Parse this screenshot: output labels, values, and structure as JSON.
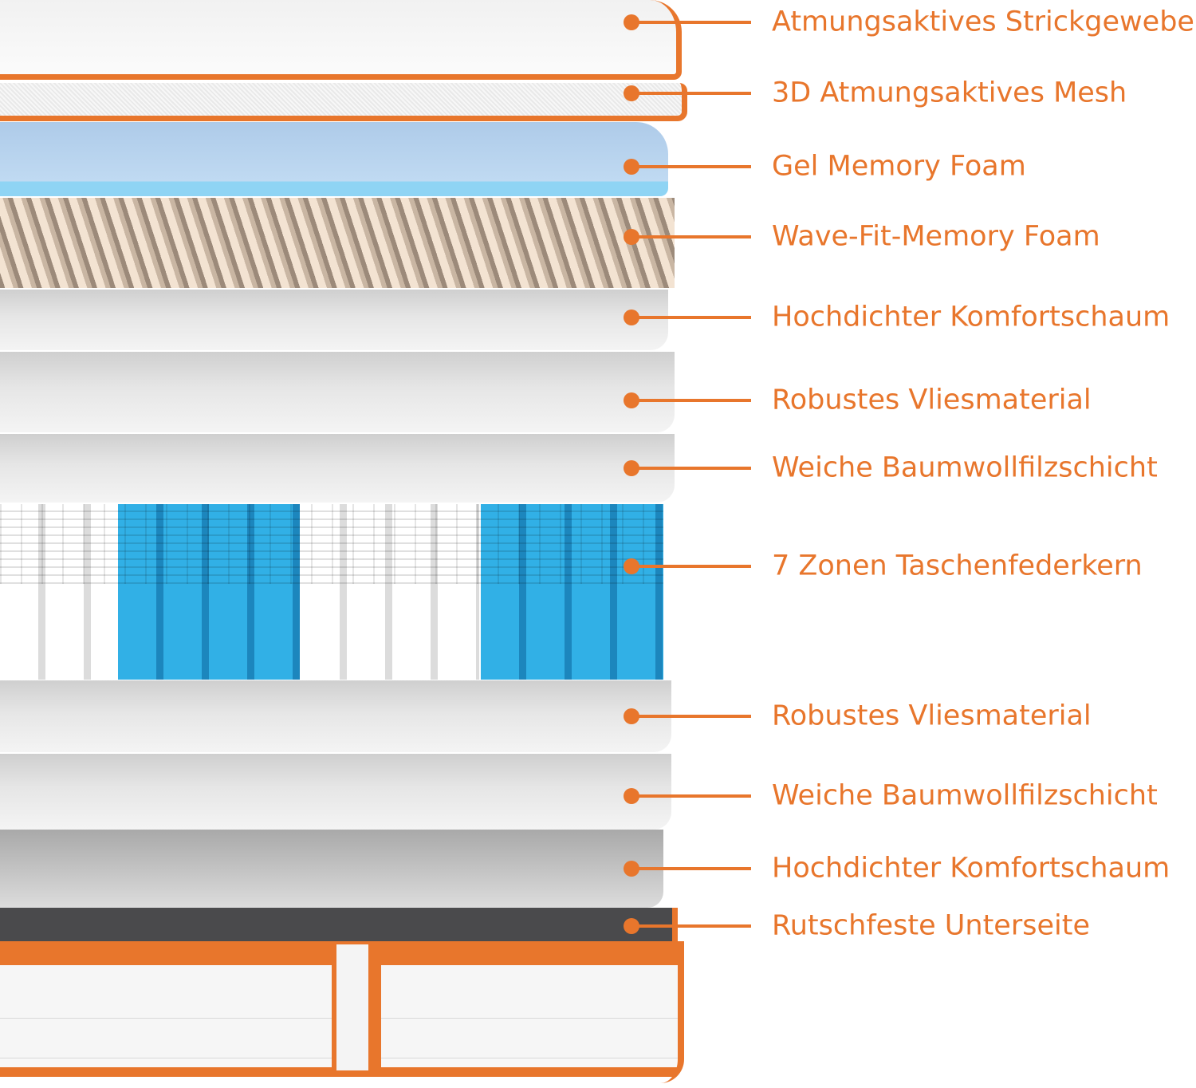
{
  "colors": {
    "accent": "#e8762c",
    "gel": "#b9d5ef",
    "spring_blue": "#2aa6dd",
    "base_dark": "#4a4a4c"
  },
  "labels": [
    "Atmungsaktives Strickgewebe",
    "3D Atmungsaktives Mesh",
    "Gel Memory Foam",
    "Wave-Fit-Memory Foam",
    "Hochdichter Komfortschaum",
    "Robustes Vliesmaterial",
    "Weiche Baumwollfilzschicht",
    "7 Zonen Taschenfederkern",
    "Robustes Vliesmaterial",
    "Weiche Baumwollfilzschicht",
    "Hochdichter Komfortschaum",
    "Rutschfeste Unterseite"
  ]
}
